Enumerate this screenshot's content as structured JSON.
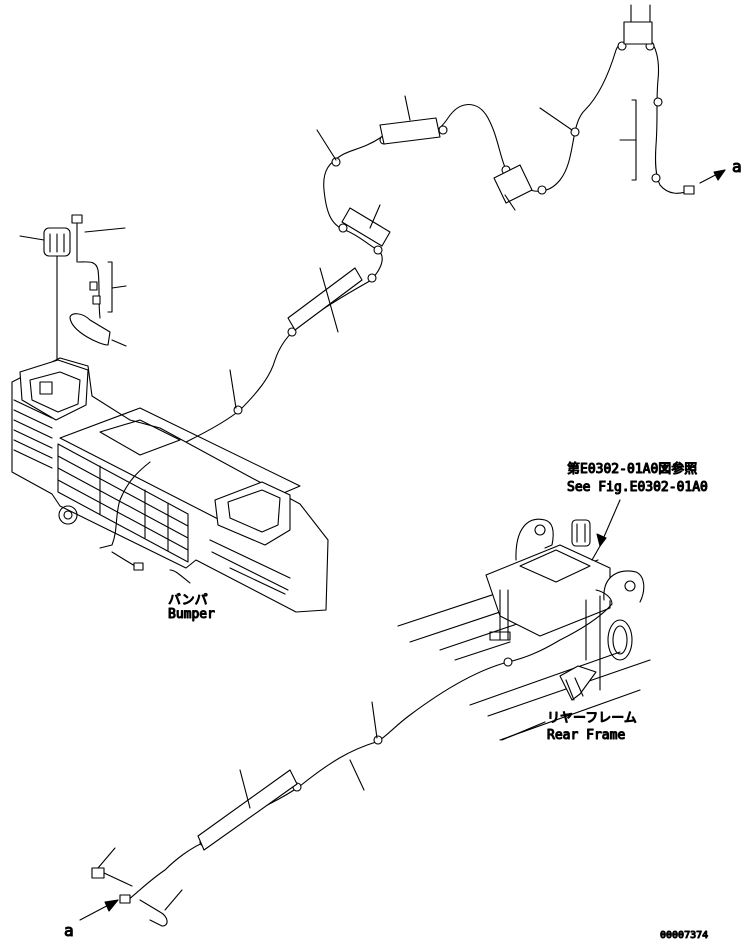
{
  "callouts": {
    "see_fig_ja": "第E0302-01A0図参照",
    "see_fig_en": "See Fig.E0302-01A0"
  },
  "parts": {
    "bumper_ja": "バンパ",
    "bumper_en": "Bumper",
    "rear_frame_ja": "リヤーフレーム",
    "rear_frame_en": "Rear Frame"
  },
  "connectors": {
    "a_top": "a",
    "a_bottom": "a"
  },
  "drawing_number": "00007374",
  "colors": {
    "line": "#000000",
    "background": "#ffffff"
  }
}
